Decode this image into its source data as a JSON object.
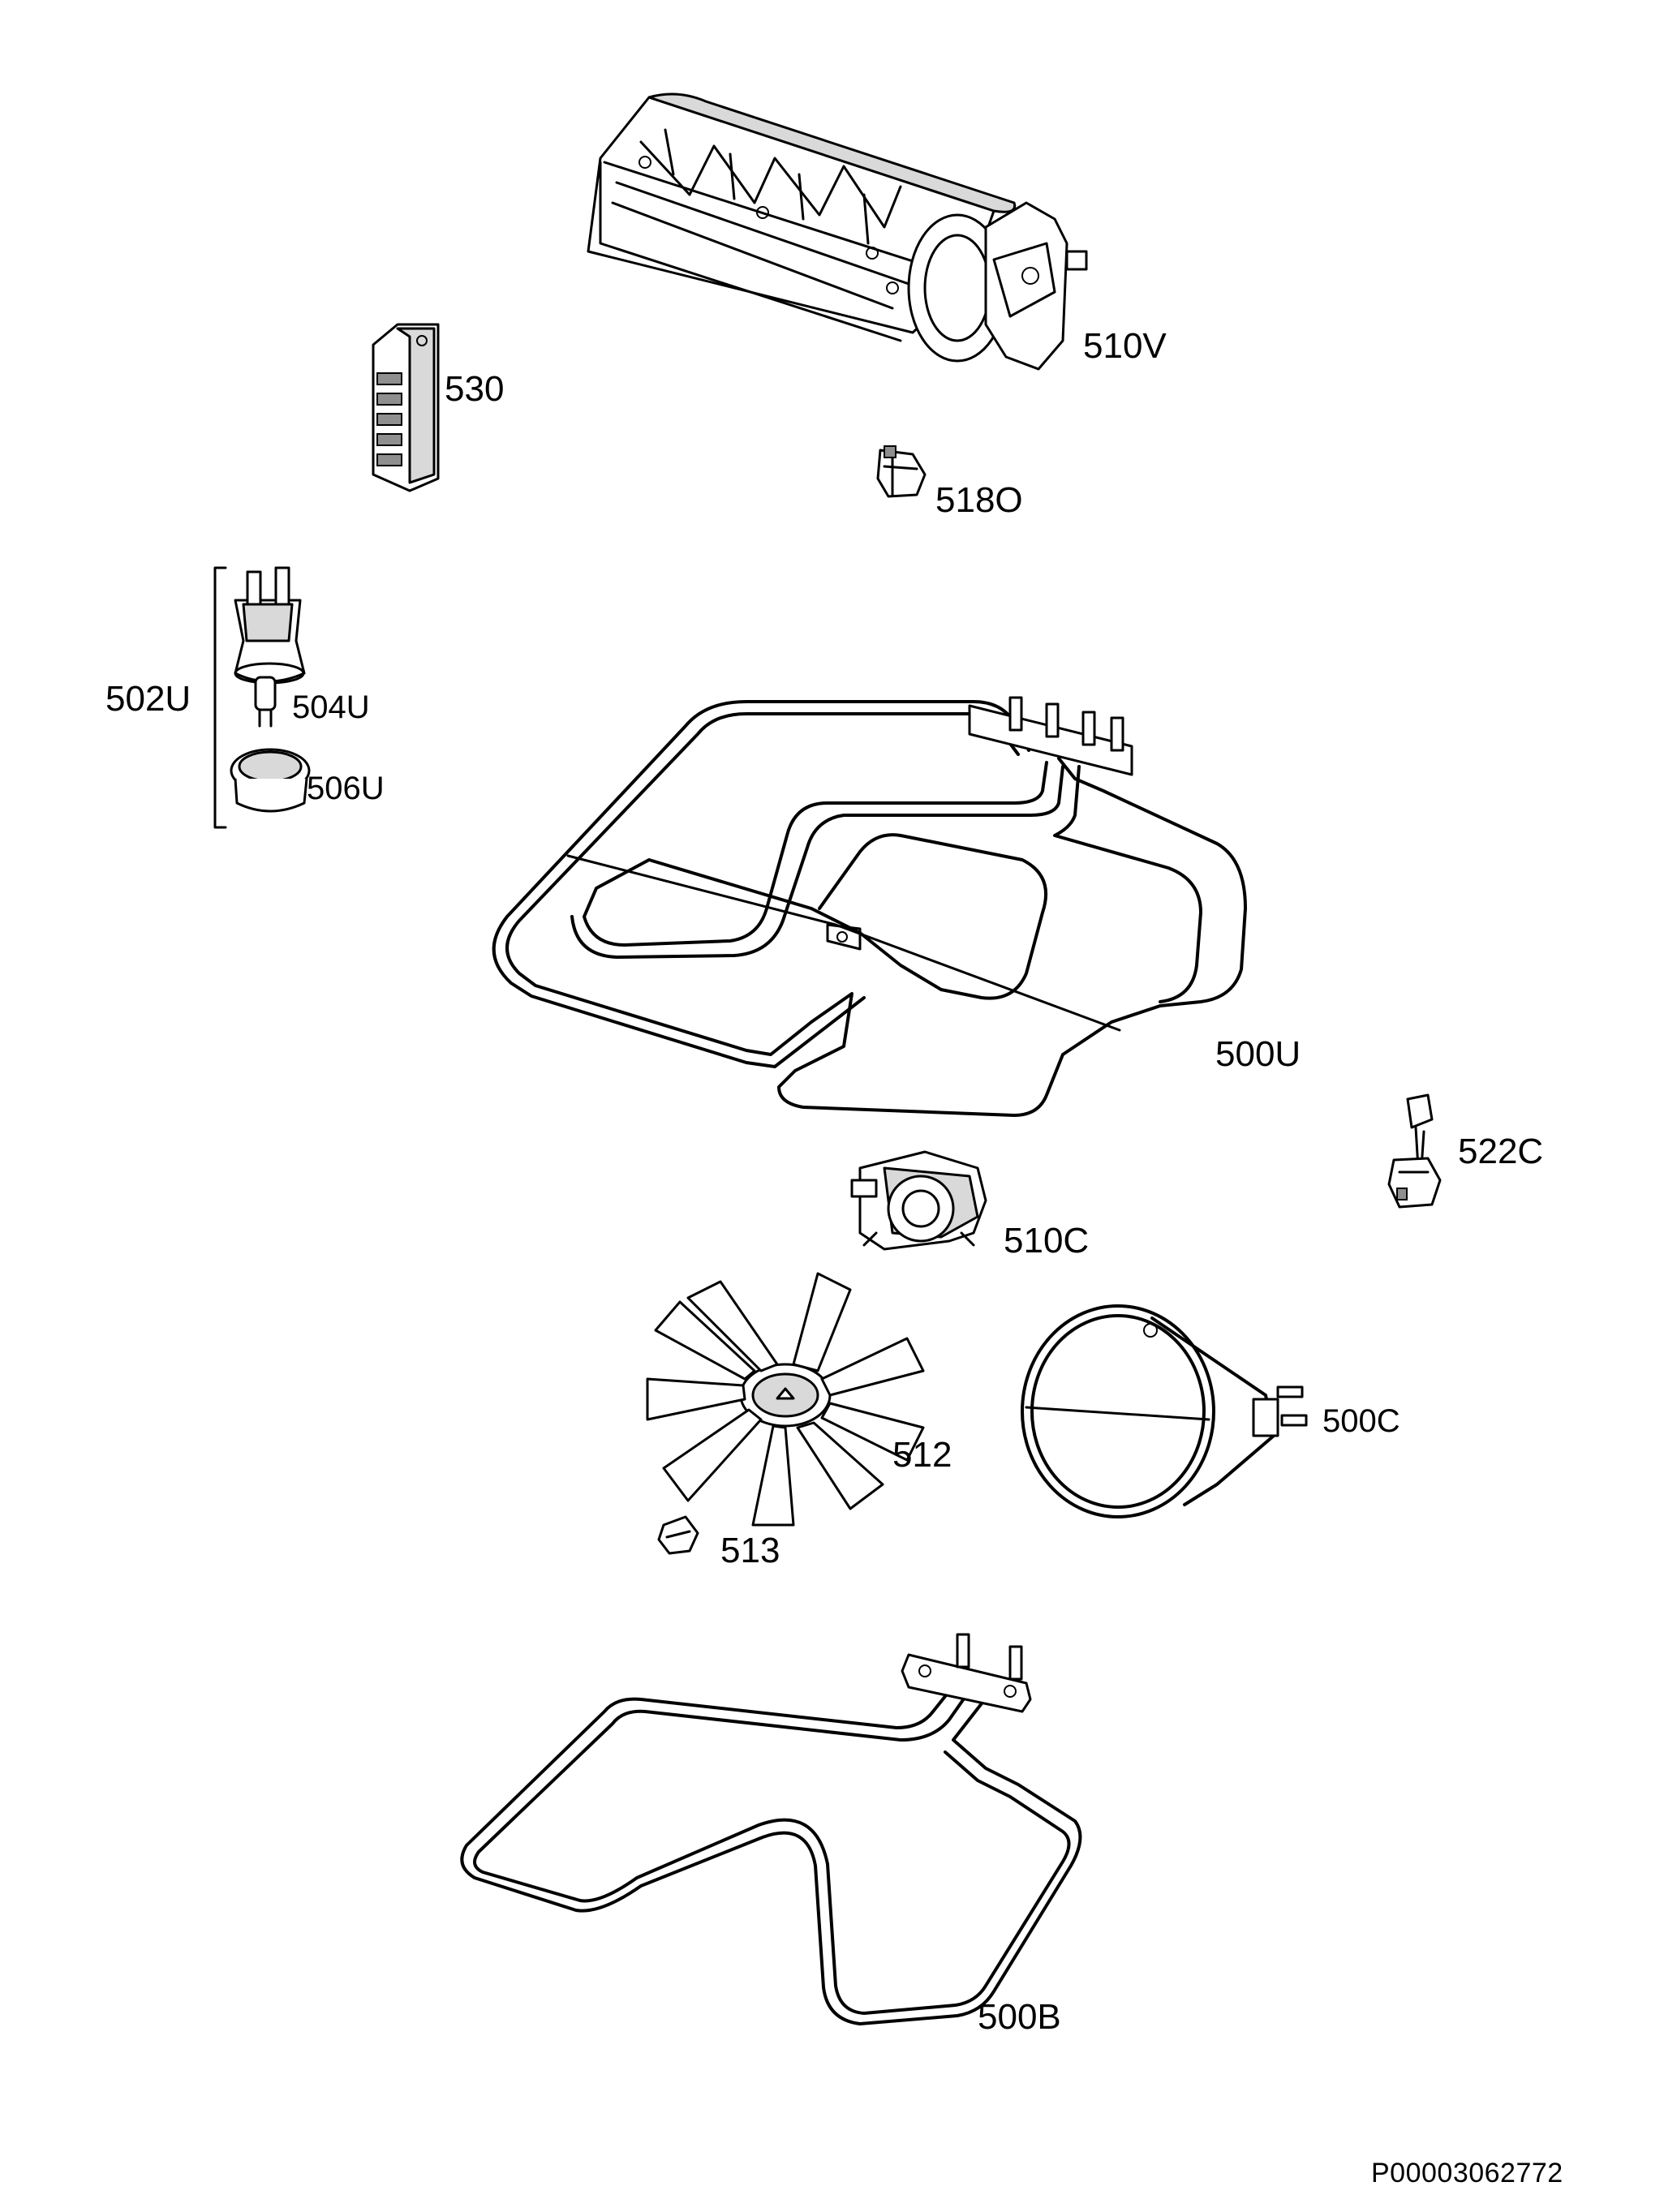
{
  "labels": {
    "tangential_fan": "510V",
    "terminal_block": "530",
    "thermostat_clip": "518O",
    "lamp_group": "502U",
    "lamp_bulb": "504U",
    "lamp_cover": "506U",
    "top_heating_element": "500U",
    "safety_thermostat": "522C",
    "fan_motor": "510C",
    "fan_blade": "512",
    "fan_nut": "513",
    "circular_heating_element": "500C",
    "bottom_heating_element": "500B"
  },
  "document_number": "P00003062772"
}
